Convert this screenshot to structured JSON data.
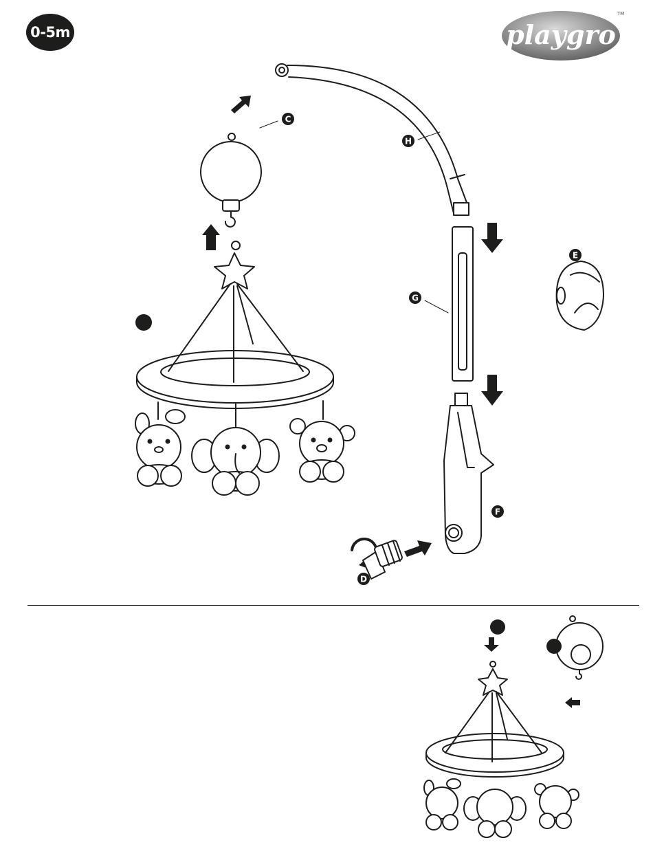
{
  "age_badge": "0-5m",
  "brand": {
    "name": "playgro",
    "trademark": "TM"
  },
  "part_labels": {
    "c": "C",
    "d": "D",
    "e": "E",
    "f": "F",
    "g": "G",
    "h": "H"
  },
  "colors": {
    "ink": "#1d1d1b",
    "logo_grey": "#8a8a8a"
  },
  "icons": {
    "arrows": "solid-arrow",
    "rotate": "curved-rotate-arrow"
  }
}
